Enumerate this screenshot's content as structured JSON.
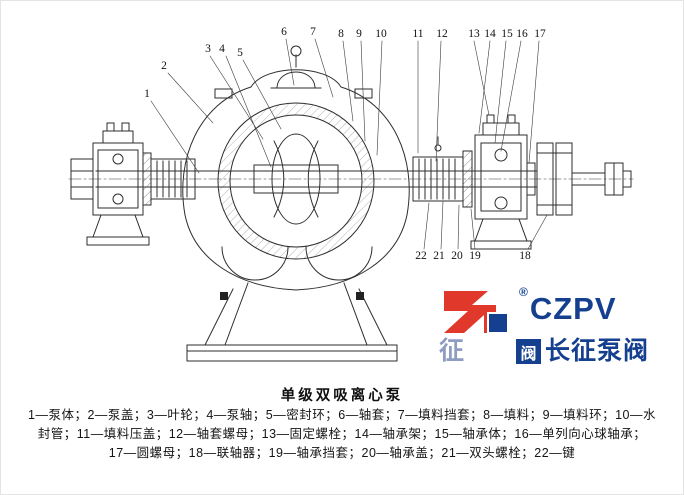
{
  "figure": {
    "title": "单级双吸离心泵"
  },
  "legend": {
    "line1": "1—泵体；2—泵盖；3—叶轮；4—泵轴；5—密封环；6—轴套；7—填料挡套；8—填料；9—填料环；10—水",
    "line2": "封管；11—填料压盖；12—轴套螺母；13—固定螺栓；14—轴承架；15—轴承体；16—单列向心球轴承；",
    "line3": "17—圆螺母；18—联轴器；19—轴承挡套；20—轴承盖；21—双头螺栓；22—键"
  },
  "callouts": {
    "top": [
      "1",
      "2",
      "3",
      "4",
      "5",
      "6",
      "7",
      "8",
      "9",
      "10",
      "11",
      "12",
      "13",
      "14",
      "15",
      "16",
      "17"
    ],
    "bottom": [
      "22",
      "21",
      "20",
      "19",
      "18"
    ]
  },
  "logo": {
    "brand": "CZPV",
    "registered_mark": "®",
    "company_name": "长征泵阀",
    "watermark_char": "征",
    "box_char": "阀",
    "colors": {
      "red": "#e0392b",
      "blue": "#15408f"
    }
  }
}
